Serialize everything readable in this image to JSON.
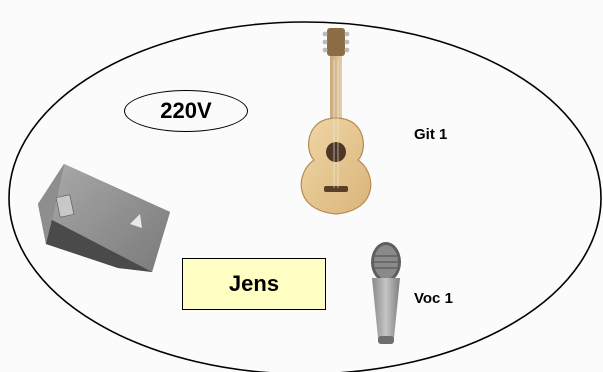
{
  "diagram": {
    "power_label": "220V",
    "person_label": "Jens",
    "instruments": [
      {
        "label": "Git 1",
        "icon": "acoustic-guitar-icon"
      },
      {
        "label": "Voc 1",
        "icon": "microphone-icon"
      }
    ],
    "monitor_icon": "stage-monitor-icon",
    "colors": {
      "name_box_fill": "#ffffc4",
      "outline": "#000000",
      "background": "#fbfbfb"
    }
  }
}
